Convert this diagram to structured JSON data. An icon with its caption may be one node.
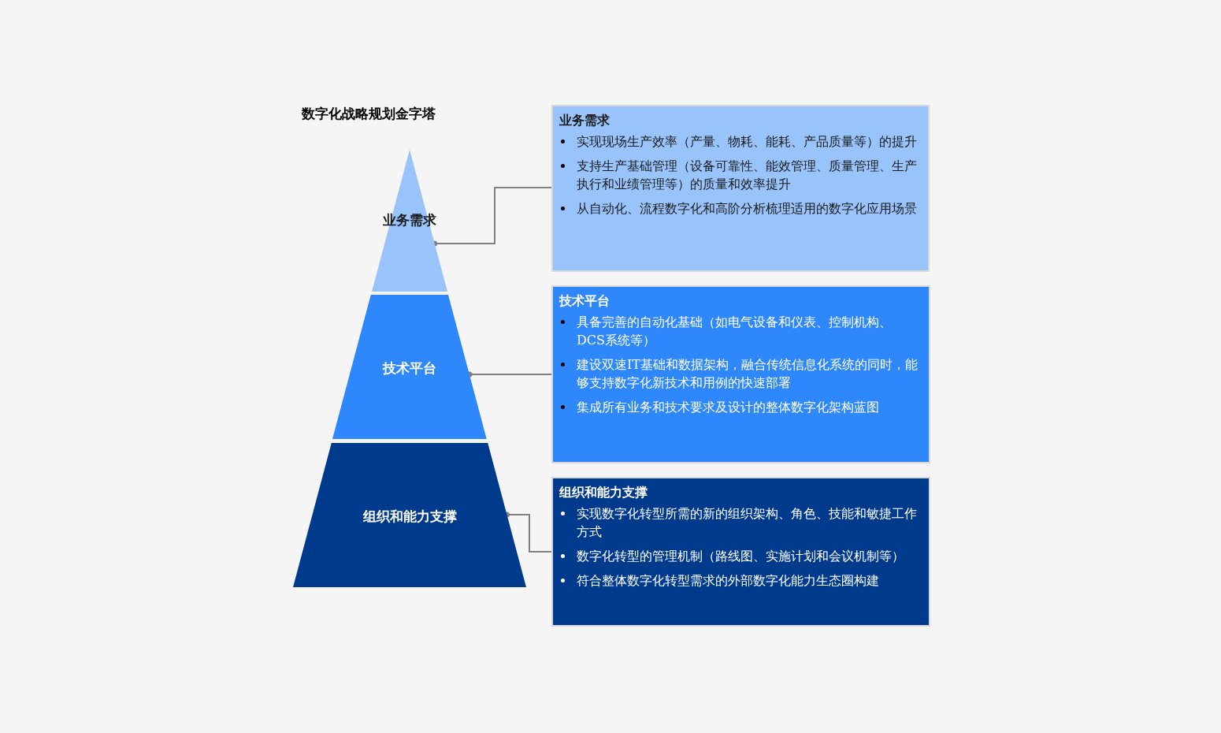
{
  "diagram": {
    "title": "数字化战略规划金字塔",
    "nodes": [
      {
        "text": [
          "业务需求"
        ]
      },
      {
        "text": [
          "技术平台"
        ]
      },
      {
        "text": [
          "组织和能力支撑"
        ]
      },
      {
        "text": [
          "业务需求",
          "实现现场生产效率（产量、物耗、能耗、产品质量等）的提升",
          "支持生产基础管理（设备可靠性、能效管理、质量管理、生产执行和业绩管理等）的质量和效率提升",
          "从自动化、流程数字化和高阶分析梳理适用的数字化应用场景"
        ]
      },
      {
        "text": [
          "技术平台",
          "具备完善的自动化基础（如电气设备和仪表、控制机构、DCS系统等）",
          "建设双速IT基础和数据架构，融合传统信息化系统的同时，能够支持数字化新技术和用例的快速部署",
          "集成所有业务和技术要求及设计的整体数字化架构蓝图"
        ]
      },
      {
        "text": [
          "组织和能力支撑",
          "实现数字化转型所需的新的组织架构、角色、技能和敏捷工作方式",
          "数字化转型的管理机制（路线图、实施计划和会议机制等）",
          "符合整体数字化转型需求的外部数字化能力生态圈构建"
        ]
      }
    ],
    "edges": [
      {
        "from": 0,
        "to": 3,
        "arrow": "other"
      },
      {
        "from": 1,
        "to": 4,
        "arrow": "other"
      },
      {
        "from": 2,
        "to": 5,
        "arrow": "other"
      }
    ]
  }
}
